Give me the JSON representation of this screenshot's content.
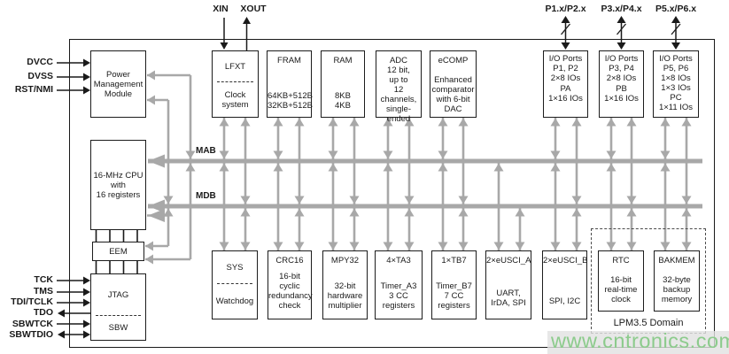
{
  "pins": {
    "xin": "XIN",
    "xout": "XOUT",
    "ports": [
      "P1.x/P2.x",
      "P3.x/P4.x",
      "P5.x/P6.x"
    ],
    "left_top": [
      "DVCC",
      "DVSS",
      "RST/NMI"
    ],
    "left_bottom": [
      "TCK",
      "TMS",
      "TDI/TCLK",
      "TDO",
      "SBWTCK",
      "SBWTDIO"
    ]
  },
  "buses": {
    "mab": "MAB",
    "mdb": "MDB"
  },
  "left_blocks": {
    "pmm": [
      "Power",
      "Management",
      "Module"
    ],
    "cpu": [
      "16-MHz CPU",
      "with",
      "16 registers"
    ],
    "eem": "EEM",
    "jtag": {
      "top": "JTAG",
      "bottom": "SBW"
    }
  },
  "top_row": [
    {
      "title": "LFXT",
      "body": [
        "Clock",
        "system"
      ]
    },
    {
      "title": "FRAM",
      "body": [
        "64KB+512B",
        "32KB+512B"
      ]
    },
    {
      "title": "RAM",
      "body": [
        "8KB",
        "4KB"
      ]
    },
    {
      "title": "ADC",
      "body": [
        "12 bit,",
        "up to",
        "12 channels,",
        "single-ended"
      ]
    },
    {
      "title": "eCOMP",
      "body": [
        "Enhanced",
        "comparator",
        "with 6-bit",
        "DAC"
      ]
    },
    {
      "title": [
        "I/O Ports",
        "P1, P2",
        "2×8 IOs"
      ],
      "body": [
        "PA",
        "1×16 IOs"
      ]
    },
    {
      "title": [
        "I/O Ports",
        "P3, P4",
        "2×8 IOs"
      ],
      "body": [
        "PB",
        "1×16 IOs"
      ]
    },
    {
      "title": [
        "I/O Ports",
        "P5, P6",
        "1×8 IOs",
        "1×3 IOs"
      ],
      "body": [
        "PC",
        "1×11 IOs"
      ]
    }
  ],
  "bottom_row": [
    {
      "title": "SYS",
      "body": [
        "Watchdog"
      ]
    },
    {
      "title": "CRC16",
      "body": [
        "16-bit cyclic",
        "redundancy",
        "check"
      ]
    },
    {
      "title": "MPY32",
      "body": [
        "32-bit",
        "hardware",
        "multiplier"
      ]
    },
    {
      "title": "4×TA3",
      "body": [
        "Timer_A3",
        "3 CC",
        "registers"
      ]
    },
    {
      "title": "1×TB7",
      "body": [
        "Timer_B7",
        "7 CC",
        "registers"
      ]
    },
    {
      "title": "2×eUSCI_A",
      "body": [
        "UART,",
        "IrDA, SPI"
      ]
    },
    {
      "title": "2×eUSCI_B",
      "body": [
        "SPI, I2C"
      ]
    },
    {
      "title": "RTC",
      "body": [
        "16-bit",
        "real-time",
        "clock"
      ]
    },
    {
      "title": "BAKMEM",
      "body": [
        "32-byte",
        "backup",
        "memory"
      ]
    }
  ],
  "lpm_domain_label": "LPM3.5 Domain",
  "watermark": {
    "text": "www.cntronics.com",
    "color": "#8ccb8c"
  }
}
